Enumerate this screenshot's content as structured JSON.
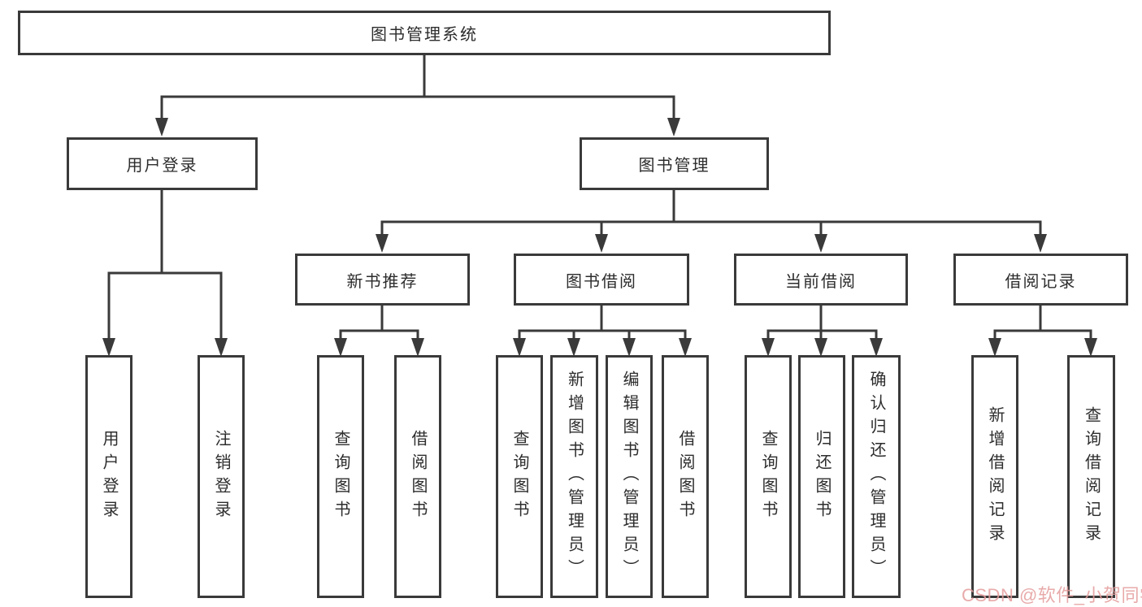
{
  "colors": {
    "line": "#3a3a3a",
    "text": "#2d2d2d",
    "box_fill": "#ffffff",
    "page_bg": "#ffffff",
    "watermark": "#e59c9c"
  },
  "watermark": {
    "text": "CSDN @软件_小贺同学"
  },
  "chart_data": {
    "type": "tree-diagram",
    "title": "图书管理系统",
    "root": "图书管理系统",
    "branches": [
      {
        "label": "用户登录",
        "children": [
          "用户登录",
          "注销登录"
        ]
      },
      {
        "label": "图书管理",
        "children": [
          {
            "label": "新书推荐",
            "children": [
              "查询图书",
              "借阅图书"
            ]
          },
          {
            "label": "图书借阅",
            "children": [
              "查询图书",
              "新增图书（管理员）",
              "编辑图书（管理员）",
              "借阅图书"
            ]
          },
          {
            "label": "当前借阅",
            "children": [
              "查询图书",
              "归还图书",
              "确认归还（管理员）"
            ]
          },
          {
            "label": "借阅记录",
            "children": [
              "新增借阅记录",
              "查询借阅记录"
            ]
          }
        ]
      }
    ]
  },
  "nodes": {
    "root": "图书管理系统",
    "user_login": "用户登录",
    "book_mgmt": "图书管理",
    "new_books": "新书推荐",
    "book_borrow": "图书借阅",
    "current_borrow": "当前借阅",
    "borrow_record": "借阅记录",
    "user_login_children": [
      "用户登录",
      "注销登录"
    ],
    "new_books_children": [
      "查询图书",
      "借阅图书"
    ],
    "book_borrow_children": [
      "查询图书",
      "新增图书（管理员）",
      "编辑图书（管理员）",
      "借阅图书"
    ],
    "current_borrow_children": [
      "查询图书",
      "归还图书",
      "确认归还（管理员）"
    ],
    "borrow_record_children": [
      "新增借阅记录",
      "查询借阅记录"
    ]
  }
}
